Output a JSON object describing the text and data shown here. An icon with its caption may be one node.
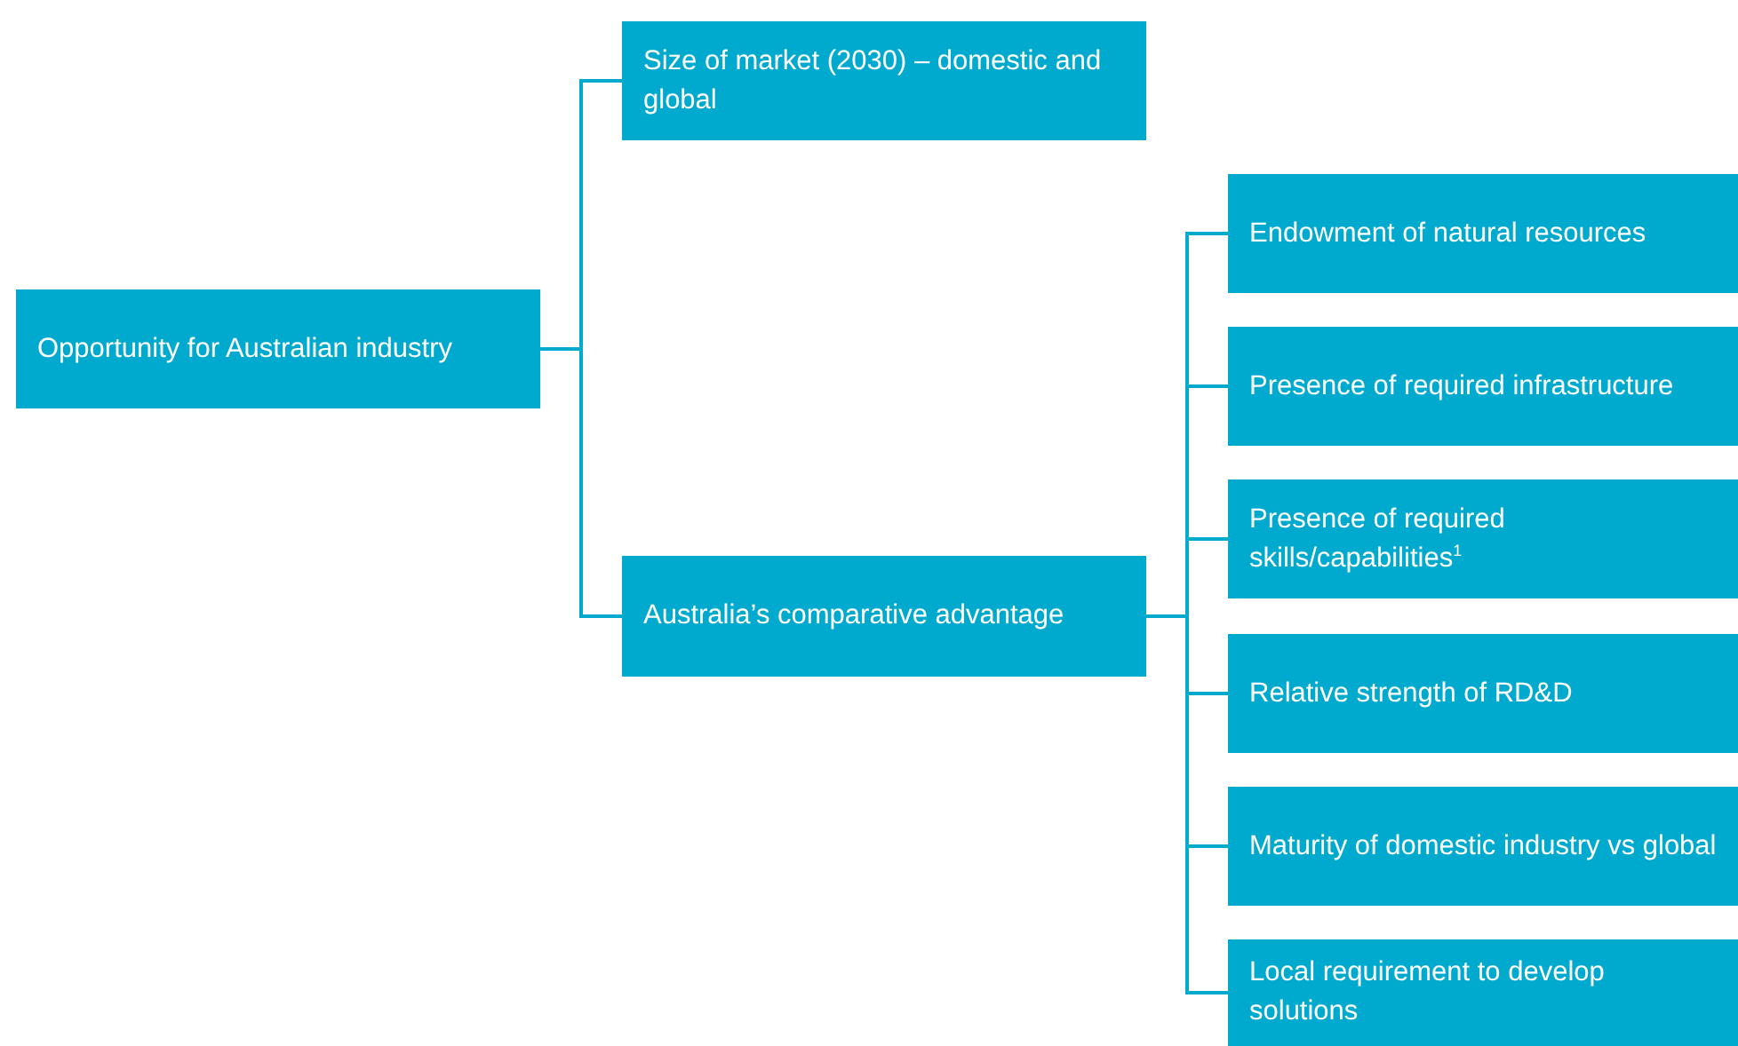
{
  "diagram": {
    "nodes": [
      {
        "text": [
          "Opportunity for Australian industry"
        ]
      },
      {
        "text": [
          "Size of market (2030) – domestic and global"
        ]
      },
      {
        "text": [
          "Australia’s comparative advantage"
        ]
      },
      {
        "text": [
          "Endowment of natural resources"
        ]
      },
      {
        "text": [
          "Presence of required infrastructure"
        ]
      },
      {
        "text": [
          "Presence of required skills/capabilities$^{1}$"
        ]
      },
      {
        "text": [
          "Relative strength of RD&D"
        ]
      },
      {
        "text": [
          "Maturity of domestic industry vs global"
        ]
      },
      {
        "text": [
          "Local requirement to develop solutions"
        ]
      }
    ],
    "edges": [
      {
        "from": 0,
        "to": 1,
        "arrow": "none"
      },
      {
        "from": 0,
        "to": 2,
        "arrow": "none"
      },
      {
        "from": 2,
        "to": 3,
        "arrow": "none"
      },
      {
        "from": 2,
        "to": 4,
        "arrow": "none"
      },
      {
        "from": 2,
        "to": 5,
        "arrow": "none"
      },
      {
        "from": 2,
        "to": 6,
        "arrow": "none"
      },
      {
        "from": 2,
        "to": 7,
        "arrow": "none"
      },
      {
        "from": 2,
        "to": 8,
        "arrow": "none"
      }
    ]
  }
}
